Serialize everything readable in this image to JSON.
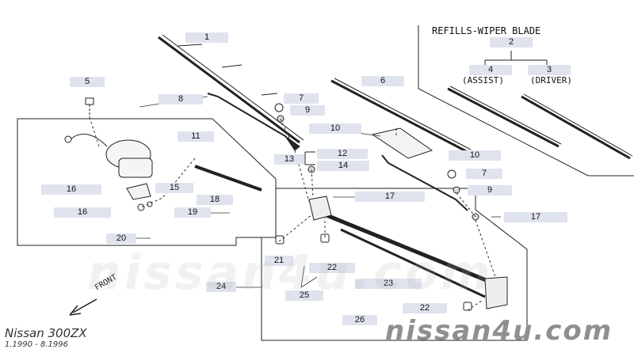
{
  "refills_title": "REFILLS-WIPER BLADE",
  "refills_assist": "(ASSIST)",
  "refills_driver": "(DRIVER)",
  "front_label": "FRONT",
  "caption_model": "Nissan 300ZX",
  "caption_years": "1.1990 - 8.1996",
  "watermark_text": "nissan4u.com",
  "colors": {
    "callout_bg": "#dfe3ee",
    "line": "#222222",
    "watermark": "#9a9a9a"
  },
  "callouts": {
    "c1": "1",
    "c2": "2",
    "c3": "3",
    "c4": "4",
    "c5": "5",
    "c6": "6",
    "c7a": "7",
    "c7b": "7",
    "c8": "8",
    "c9a": "9",
    "c9b": "9",
    "c10a": "10",
    "c10b": "10",
    "c11": "11",
    "c12": "12",
    "c13": "13",
    "c14": "14",
    "c15": "15",
    "c16a": "16",
    "c16b": "16",
    "c17a": "17",
    "c17b": "17",
    "c18": "18",
    "c19": "19",
    "c20": "20",
    "c21": "21",
    "c22a": "22",
    "c22b": "22",
    "c23": "23",
    "c24": "24",
    "c25": "25",
    "c26": "26"
  }
}
